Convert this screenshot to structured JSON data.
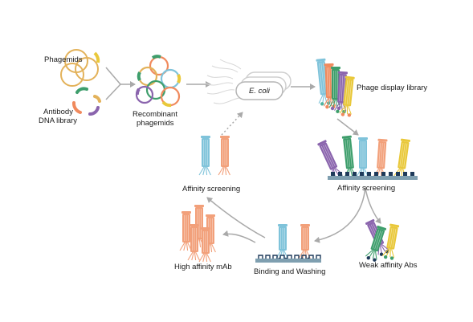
{
  "labels": {
    "phagemids": "Phagemids",
    "antibody_line1": "Antibody",
    "antibody_line2": "DNA library",
    "recombinant_line1": "Recombinant",
    "recombinant_line2": "phagemids",
    "ecoli": "E. coli",
    "phage_library": "Phage display library",
    "affinity_screening_right": "Affinity screening",
    "affinity_screening_left": "Affinity screening",
    "binding_washing": "Binding and Washing",
    "high_affinity": "High affinity mAb",
    "weak_affinity": "Weak affinity Abs"
  },
  "colors": {
    "gold": "#e3b25a",
    "yellow": "#e9c83a",
    "green": "#3e9e6c",
    "purple": "#8a64ad",
    "blue": "#7fc3da",
    "orange": "#f08a5d",
    "salmon": "#f2a07a",
    "teal": "#4fb3a0",
    "arrow": "#a9a9a9",
    "plate": "#7f9fb0",
    "antigen": "#1e3a5a"
  }
}
